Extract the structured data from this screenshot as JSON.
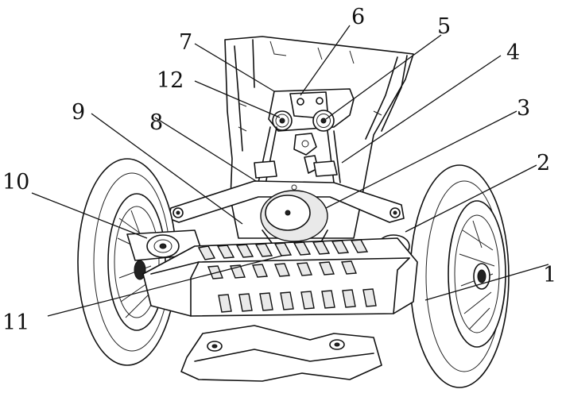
{
  "labels": [
    {
      "id": "1",
      "text": "1"
    },
    {
      "id": "2",
      "text": "2"
    },
    {
      "id": "3",
      "text": "3"
    },
    {
      "id": "4",
      "text": "4"
    },
    {
      "id": "5",
      "text": "5"
    },
    {
      "id": "6",
      "text": "6"
    },
    {
      "id": "7",
      "text": "7"
    },
    {
      "id": "8",
      "text": "8"
    },
    {
      "id": "9",
      "text": "9"
    },
    {
      "id": "10",
      "text": "10"
    },
    {
      "id": "11",
      "text": "11"
    },
    {
      "id": "12",
      "text": "12"
    }
  ]
}
